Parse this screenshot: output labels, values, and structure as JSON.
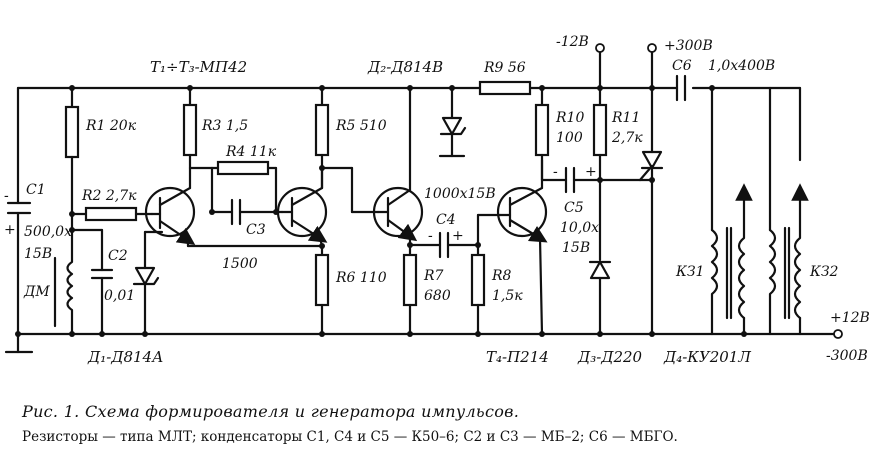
{
  "figure": {
    "caption": "Рис. 1. Схема формирователя и генератора импульсов.",
    "note": "Резисторы — типа МЛТ; конденсаторы С1, С4 и С5 — К50–6; С2 и С3 — МБ–2; С6 — МБГО."
  },
  "labels": {
    "transistors_type": "T₁÷T₃-МП42",
    "t4": "T₄-П214",
    "d1": "Д₁-Д814А",
    "d2": "Д₂-Д814В",
    "d3": "Д₃-Д220",
    "d4": "Д₄-КУ201Л",
    "r1": "R1 20к",
    "r2": "R2 2,7к",
    "r3": "R3 1,5",
    "r4": "R4 11к",
    "r5": "R5 510",
    "r6": "R6 110",
    "r7": "R7",
    "r7_val": "680",
    "r8": "R8",
    "r8_val": "1,5к",
    "r9": "R9 56",
    "r10": "R10",
    "r10_val": "100",
    "r11": "R11",
    "r11_val": "2,7к",
    "c1": "C1",
    "c1_val": "500,0x",
    "c1_volt": "15В",
    "c2": "C2",
    "c2_val": "0,01",
    "c3": "C3",
    "c3_val": "1500",
    "c4": "C4",
    "c4_val": "1000x15В",
    "c5": "C5",
    "c5_val": "10,0x",
    "c5_volt": "15В",
    "c6": "C6",
    "c6_val": "1,0x400В",
    "dm": "ДМ",
    "kz1": "КЗ1",
    "kz2": "КЗ2",
    "minus12": "-12В",
    "plus300": "+300В",
    "plus12": "+12В",
    "minus300": "-300В",
    "minus_sign": "-",
    "plus_sign": "+"
  }
}
